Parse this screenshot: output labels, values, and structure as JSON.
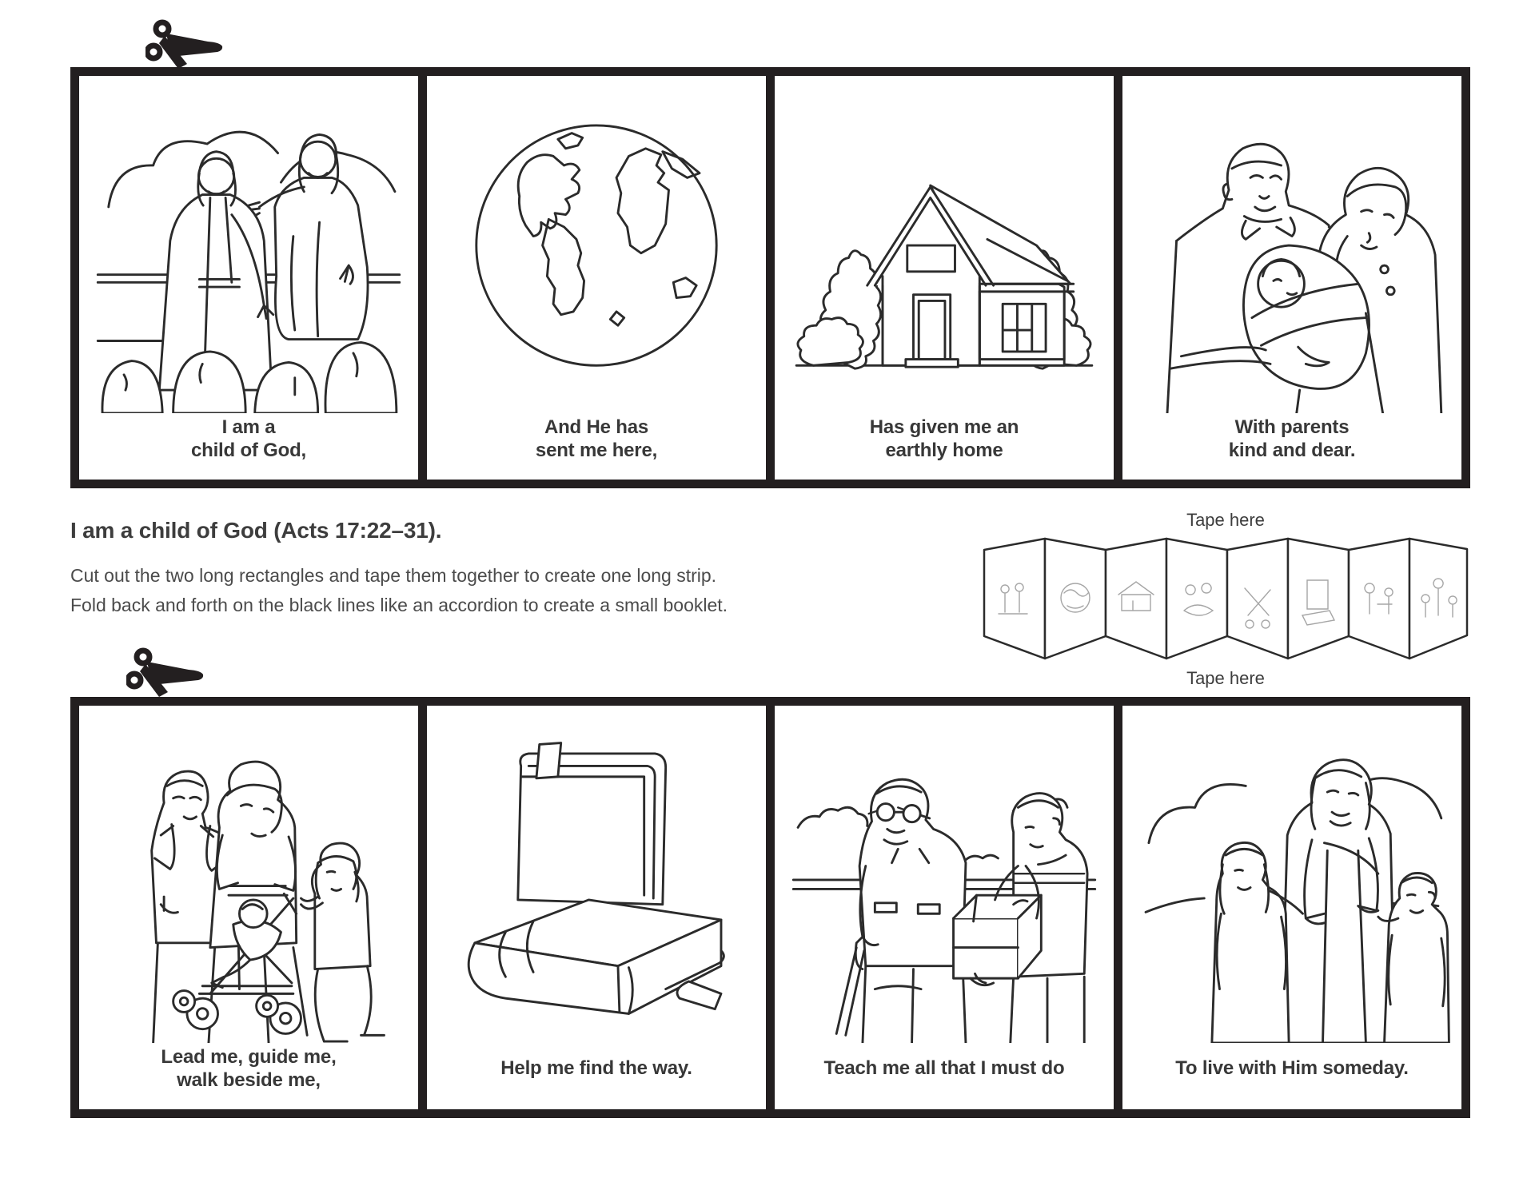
{
  "page": {
    "kind": "printable-activity-page",
    "background_color": "#ffffff",
    "line_color": "#231f20",
    "text_color": "#3d3d3d"
  },
  "instructions": {
    "title": "I am a child of God (Acts 17:22–31).",
    "line1": "Cut out the two long rectangles and tape them together to create one long strip.",
    "line2": "Fold back and forth on the black lines like an accordion to create a small booklet."
  },
  "accordion": {
    "tape_here_top": "Tape here",
    "tape_here_bottom": "Tape here",
    "panel_miniatures": [
      "jesus-teaching-children",
      "earth-globe",
      "house",
      "parents-holding-baby",
      "family-with-stroller",
      "scripture-books",
      "boy-helping-elderly-man",
      "jesus-with-children"
    ]
  },
  "icons": {
    "scissors_top": "scissors-icon",
    "scissors_bottom": "scissors-icon"
  },
  "strips": {
    "top": {
      "panels": [
        {
          "illustration": "jesus-teaching-children",
          "caption1": "I am a",
          "caption2": "child of God,"
        },
        {
          "illustration": "earth-globe",
          "caption1": "And He has",
          "caption2": "sent me here,"
        },
        {
          "illustration": "house",
          "caption1": "Has given me an",
          "caption2": "earthly home"
        },
        {
          "illustration": "parents-holding-baby",
          "caption1": "With parents",
          "caption2": "kind and dear."
        }
      ]
    },
    "bottom": {
      "panels": [
        {
          "illustration": "family-with-stroller",
          "caption1": "Lead me, guide me,",
          "caption2": "walk beside me,"
        },
        {
          "illustration": "scripture-books",
          "caption1": "Help me find the way.",
          "caption2": ""
        },
        {
          "illustration": "boy-helping-elderly-man",
          "caption1": "Teach me all that I must do",
          "caption2": ""
        },
        {
          "illustration": "jesus-with-children",
          "caption1": "To live with Him someday.",
          "caption2": ""
        }
      ]
    }
  }
}
